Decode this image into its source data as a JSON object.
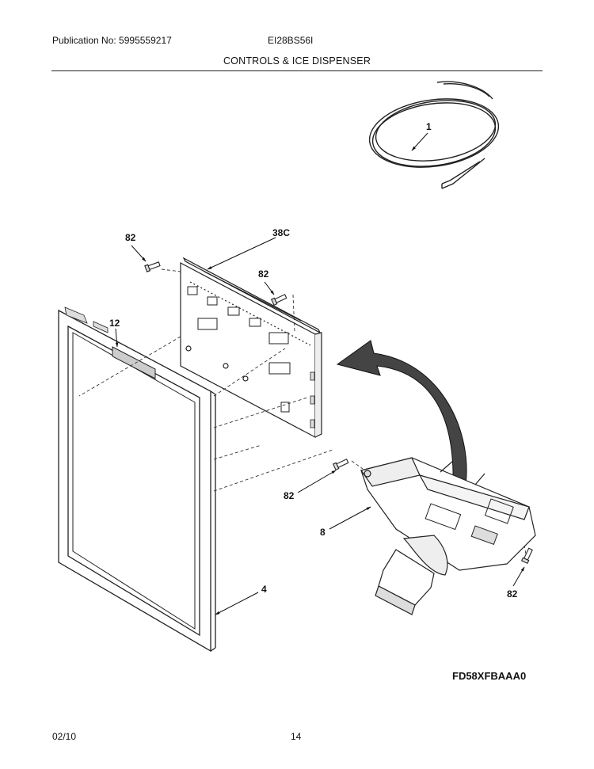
{
  "header": {
    "publication": "Publication No: 5995559217",
    "model": "EI28BS56I",
    "title": "CONTROLS & ICE DISPENSER"
  },
  "callouts": {
    "c1": "1",
    "c38c": "38C",
    "c82_top": "82",
    "c82_board": "82",
    "c12": "12",
    "c82_disp": "82",
    "c8": "8",
    "c82_bottom": "82",
    "c4": "4"
  },
  "footer": {
    "code": "FD58XFBAAA0",
    "date": "02/10",
    "page": "14"
  }
}
